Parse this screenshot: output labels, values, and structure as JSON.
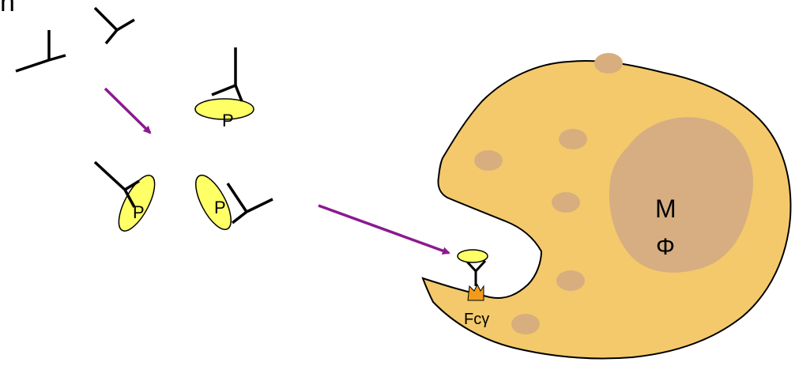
{
  "labels": {
    "corner_fragment": "n",
    "pathogen_top": "P",
    "pathogen_left": "P",
    "pathogen_mid": "P",
    "macrophage_line1": "M",
    "macrophage_line2": "Φ",
    "receptor": "Fcγ"
  },
  "colors": {
    "antibody": "#000000",
    "pathogen_fill": "#ffff66",
    "macrophage_fill": "#f3c96b",
    "macrophage_spots": "#d8ae7f",
    "nucleus": "#d6ae82",
    "receptor": "#f29a1a",
    "arrow": "#8b1a8f"
  },
  "icons": [
    "antibody-y-icon",
    "pathogen-icon",
    "macrophage-icon",
    "fc-receptor-icon",
    "arrow-icon"
  ]
}
